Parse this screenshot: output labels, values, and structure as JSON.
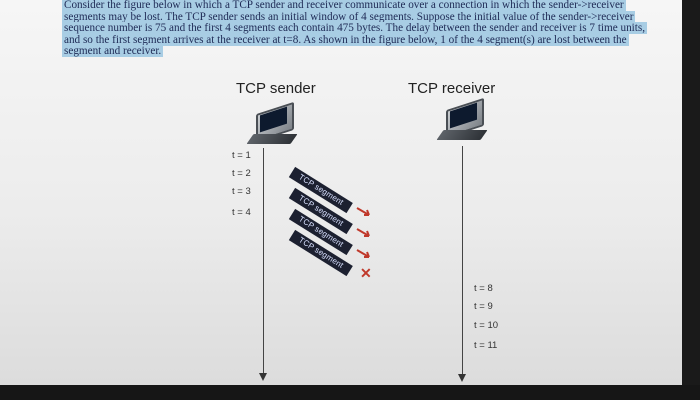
{
  "question": {
    "text": "Consider the figure below in which a TCP sender and receiver communicate over a connection in which the sender->receiver segments may be lost. The TCP sender sends an initial window of 4 segments. Suppose the initial value of the sender->receiver sequence number is 75 and the first 4 segments each contain 475 bytes. The delay between the sender and receiver is 7 time units, and so the first segment arrives at the receiver at t=8. As shown in the figure below, 1 of the 4 segment(s) are lost between the segment and receiver."
  },
  "diagram": {
    "sender_title": "TCP sender",
    "receiver_title": "TCP receiver",
    "sender_times": [
      "t = 1",
      "t = 2",
      "t = 3",
      "t = 4"
    ],
    "receiver_times": [
      "t = 8",
      "t = 9",
      "t = 10",
      "t = 11"
    ],
    "segments": [
      {
        "label": "TCP segment",
        "status": "delivered"
      },
      {
        "label": "TCP segment",
        "status": "delivered"
      },
      {
        "label": "TCP segment",
        "status": "delivered"
      },
      {
        "label": "TCP segment",
        "status": "lost"
      }
    ],
    "colors": {
      "highlight": "#a8cde4",
      "question_text": "#1e2a55",
      "delivered_arrow": "#c0392b",
      "lost_marker": "#c0392b"
    }
  }
}
